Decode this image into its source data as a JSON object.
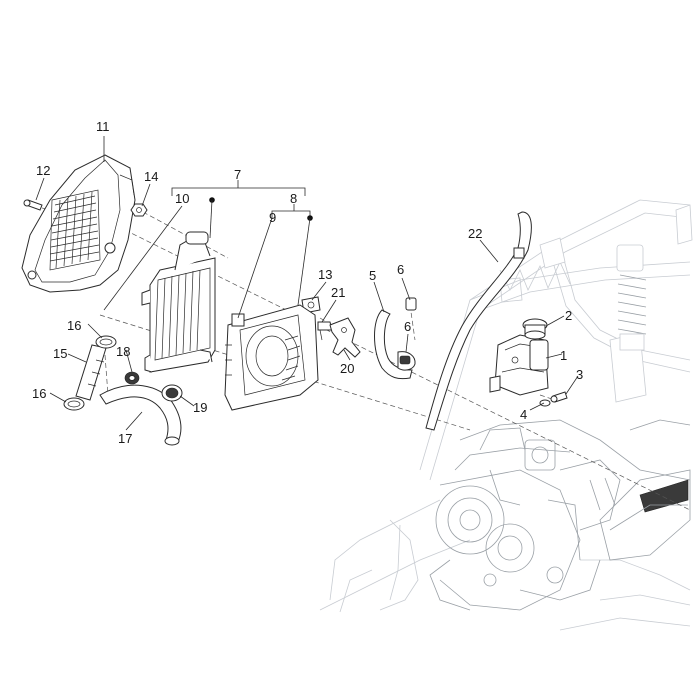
{
  "diagram": {
    "callouts": [
      {
        "id": "c1",
        "label": "1"
      },
      {
        "id": "c2",
        "label": "2"
      },
      {
        "id": "c3",
        "label": "3"
      },
      {
        "id": "c4",
        "label": "4"
      },
      {
        "id": "c5",
        "label": "5"
      },
      {
        "id": "c6a",
        "label": "6"
      },
      {
        "id": "c6b",
        "label": "6"
      },
      {
        "id": "c7",
        "label": "7"
      },
      {
        "id": "c8",
        "label": "8"
      },
      {
        "id": "c9",
        "label": "9"
      },
      {
        "id": "c10",
        "label": "10"
      },
      {
        "id": "c11",
        "label": "11"
      },
      {
        "id": "c12",
        "label": "12"
      },
      {
        "id": "c13",
        "label": "13"
      },
      {
        "id": "c14",
        "label": "14"
      },
      {
        "id": "c15",
        "label": "15"
      },
      {
        "id": "c16a",
        "label": "16"
      },
      {
        "id": "c16b",
        "label": "16"
      },
      {
        "id": "c17",
        "label": "17"
      },
      {
        "id": "c18",
        "label": "18"
      },
      {
        "id": "c19",
        "label": "19"
      },
      {
        "id": "c20",
        "label": "20"
      },
      {
        "id": "c21",
        "label": "21"
      },
      {
        "id": "c22",
        "label": "22"
      }
    ]
  }
}
